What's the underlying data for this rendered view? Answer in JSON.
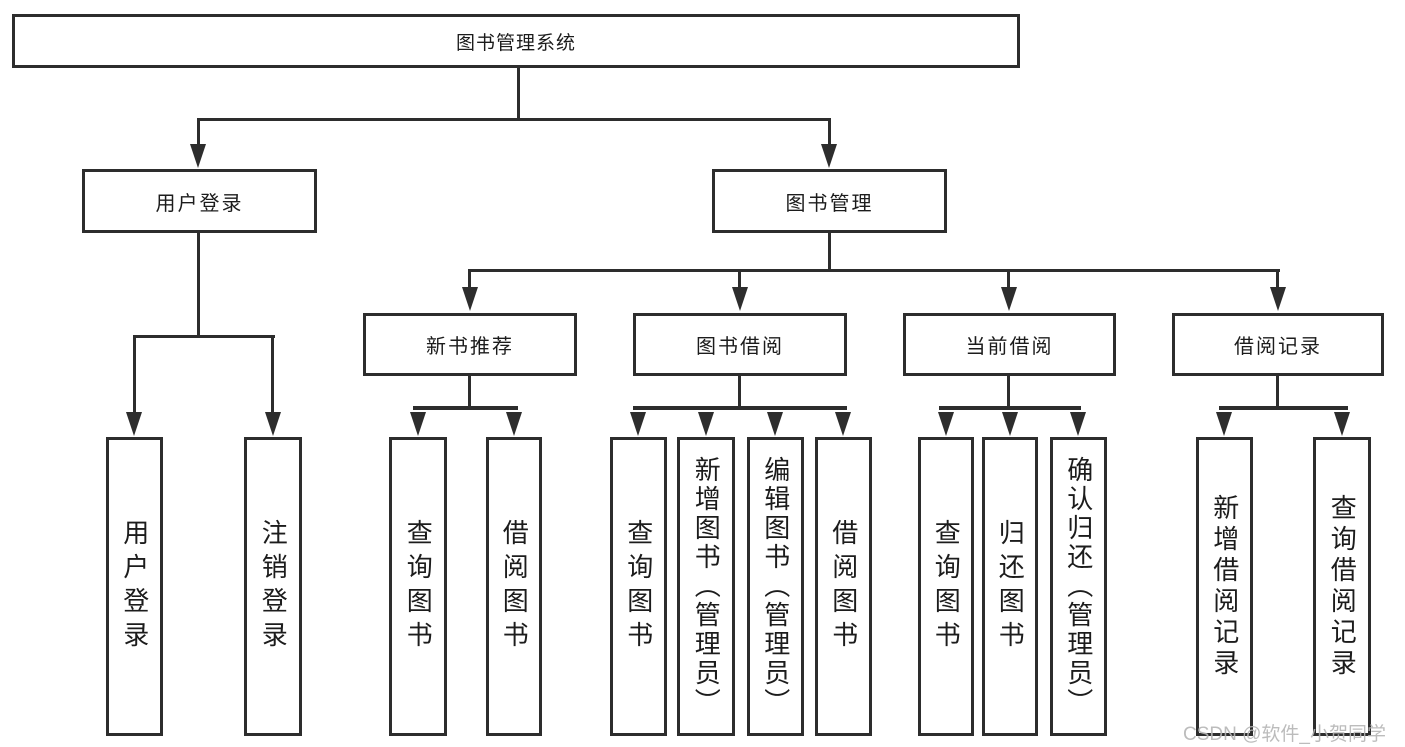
{
  "tree": {
    "root": {
      "label": "图书管理系统"
    },
    "branches": [
      {
        "label": "用户登录",
        "leaves": [
          {
            "label": "用户登录"
          },
          {
            "label": "注销登录"
          }
        ]
      },
      {
        "label": "图书管理",
        "groups": [
          {
            "label": "新书推荐",
            "leaves": [
              {
                "label": "查询图书"
              },
              {
                "label": "借阅图书"
              }
            ]
          },
          {
            "label": "图书借阅",
            "leaves": [
              {
                "label": "查询图书"
              },
              {
                "label": "新增图书（管理员）"
              },
              {
                "label": "编辑图书（管理员）"
              },
              {
                "label": "借阅图书"
              }
            ]
          },
          {
            "label": "当前借阅",
            "leaves": [
              {
                "label": "查询图书"
              },
              {
                "label": "归还图书"
              },
              {
                "label": "确认归还（管理员）"
              }
            ]
          },
          {
            "label": "借阅记录",
            "leaves": [
              {
                "label": "新增借阅记录"
              },
              {
                "label": "查询借阅记录"
              }
            ]
          }
        ]
      }
    ]
  },
  "watermark": {
    "text": "CSDN @软件_小贺同学"
  },
  "colors": {
    "line": "#2d2d2d",
    "box_border": "#2d2d2d",
    "text": "#1c1c1c",
    "background": "#ffffff",
    "watermark": "#b5b5b5"
  }
}
